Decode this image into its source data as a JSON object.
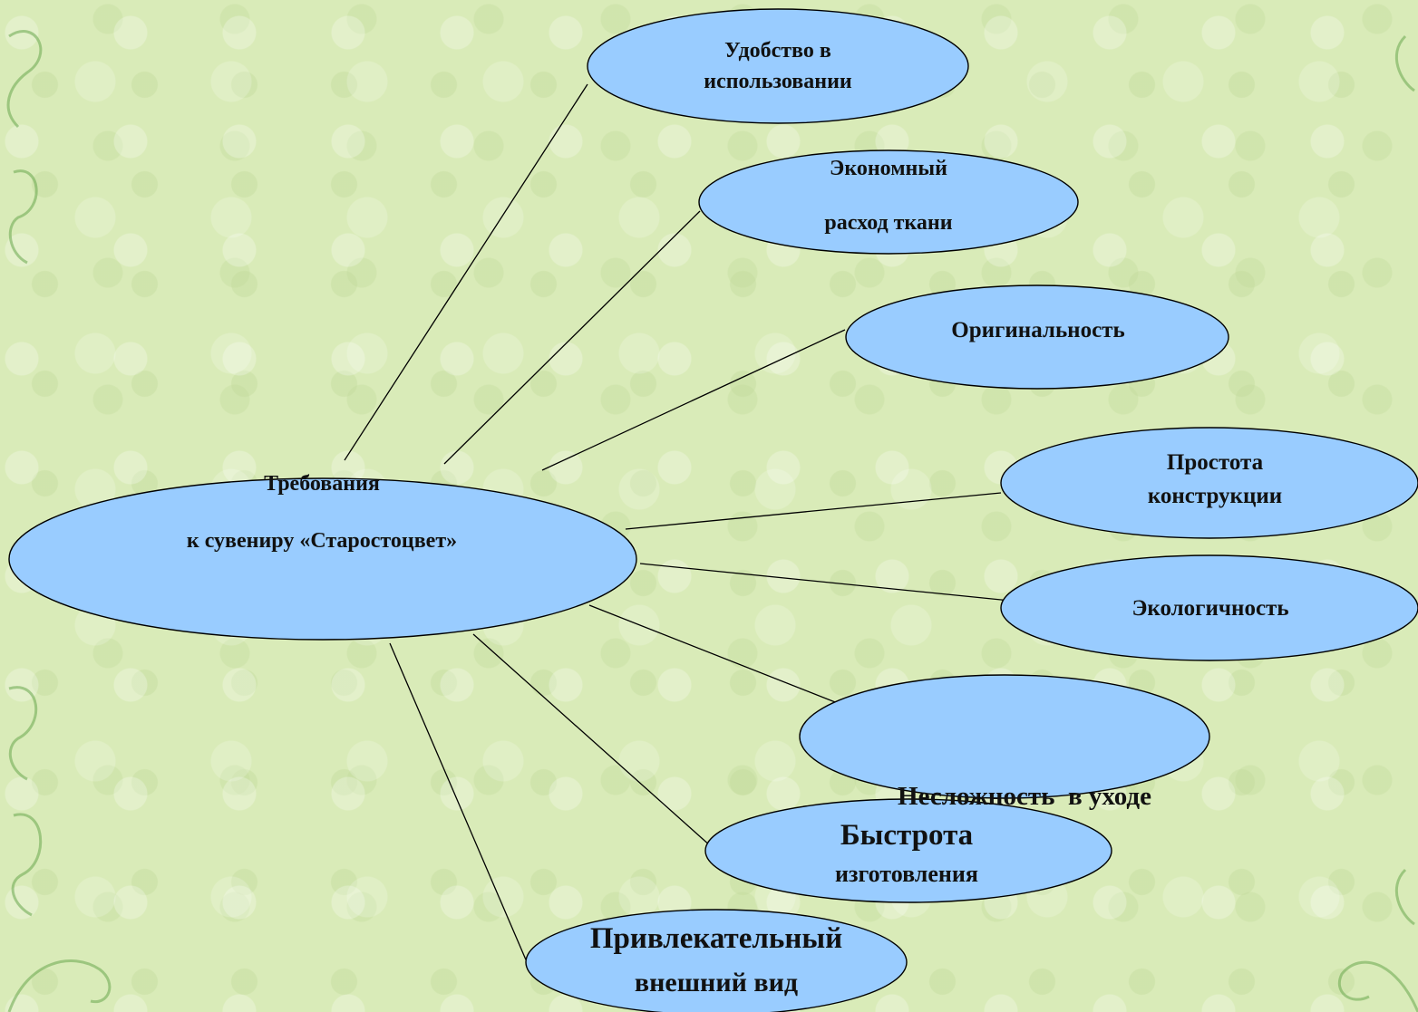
{
  "diagram": {
    "center": {
      "line1": "Требования",
      "line2": "к сувениру «Старостоцвет»"
    },
    "nodes": [
      {
        "line1": "Удобство в",
        "line2": "использовании"
      },
      {
        "line1": "Экономный",
        "line2": "расход ткани"
      },
      {
        "line1": "Оригинальность"
      },
      {
        "line1": "Простота",
        "line2": "конструкции"
      },
      {
        "line1": "Экологичность"
      },
      {
        "line1": "Несложность  в уходе"
      },
      {
        "line1": "Быстрота",
        "line2": "изготовления"
      },
      {
        "line1": "Привлекательный",
        "line2": "внешний вид"
      }
    ]
  },
  "colors": {
    "node_fill": "#99ccff",
    "background": "#d9ebb8",
    "decoration": "#6aa84f"
  }
}
